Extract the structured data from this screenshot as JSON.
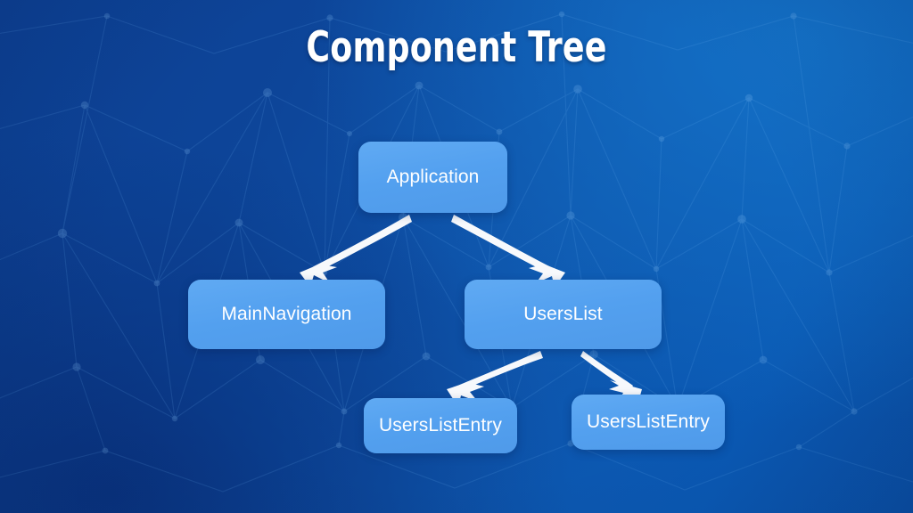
{
  "slide": {
    "title": "Component Tree",
    "background_colors": {
      "gradient_from": "#0d3f92",
      "gradient_mid": "#0e56ad",
      "gradient_to": "#0a4fa5",
      "node_fill": "#53a0ef",
      "text": "#ffffff",
      "arrow": "#ffffff"
    }
  },
  "diagram": {
    "type": "tree",
    "nodes": [
      {
        "id": "application",
        "label": "Application",
        "level": 0
      },
      {
        "id": "mainnavigation",
        "label": "MainNavigation",
        "level": 1
      },
      {
        "id": "userslist",
        "label": "UsersList",
        "level": 1
      },
      {
        "id": "userslistentry-1",
        "label": "UsersListEntry",
        "level": 2
      },
      {
        "id": "userslistentry-2",
        "label": "UsersListEntry",
        "level": 2
      }
    ],
    "edges": [
      {
        "from": "application",
        "to": "mainnavigation",
        "style": "hand-drawn-arrow"
      },
      {
        "from": "application",
        "to": "userslist",
        "style": "hand-drawn-arrow"
      },
      {
        "from": "userslist",
        "to": "userslistentry-1",
        "style": "hand-drawn-arrow"
      },
      {
        "from": "userslist",
        "to": "userslistentry-2",
        "style": "hand-drawn-arrow"
      }
    ]
  }
}
